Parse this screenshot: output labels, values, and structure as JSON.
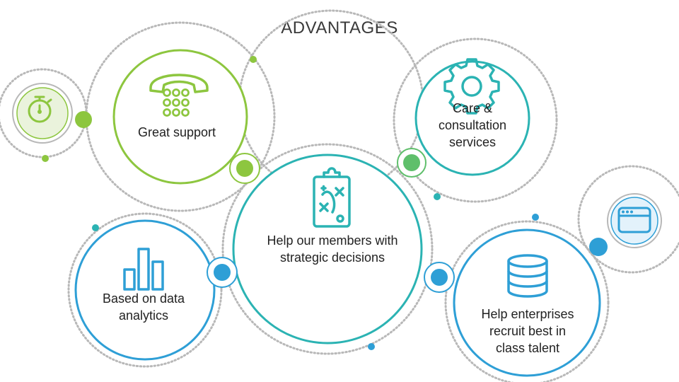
{
  "title": "ADVANTAGES",
  "colors": {
    "lime": "#8dc63f",
    "green": "#5fbf6b",
    "teal": "#2bb3b3",
    "blue": "#2e9fd6",
    "dots": "#b8b8b8"
  },
  "nodes": {
    "great_support": {
      "label": "Great support",
      "icon": "telephone-icon"
    },
    "care": {
      "label_lines": [
        "Care &",
        "consultation",
        "services"
      ],
      "icon": "gear-icon"
    },
    "strategic": {
      "label_lines": [
        "Help our members with",
        "strategic decisions"
      ],
      "icon": "clipboard-strategy-icon"
    },
    "analytics": {
      "label_lines": [
        "Based on data",
        "analytics"
      ],
      "icon": "bar-chart-icon"
    },
    "recruit": {
      "label_lines": [
        "Help enterprises",
        "recruit best in",
        "class talent"
      ],
      "icon": "database-icon"
    },
    "stopwatch": {
      "icon": "stopwatch-icon"
    },
    "browser": {
      "icon": "browser-window-icon"
    }
  }
}
